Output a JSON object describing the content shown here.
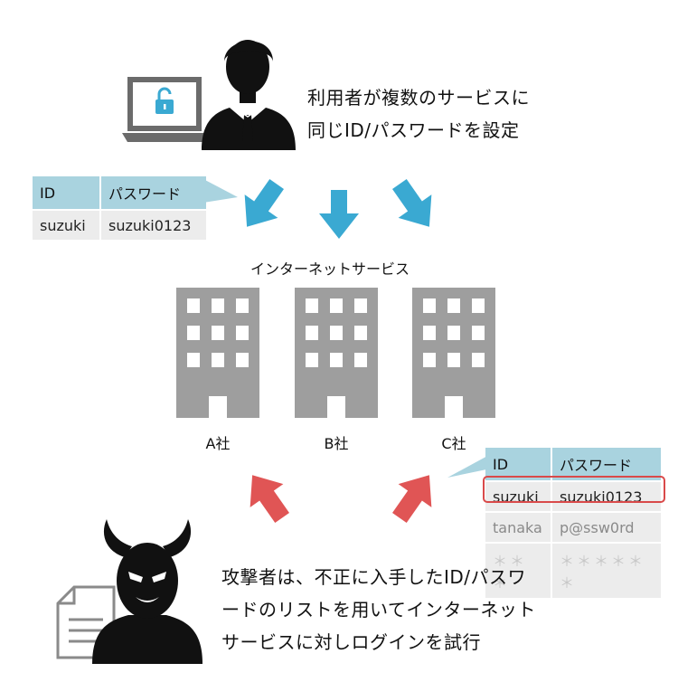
{
  "user_caption": {
    "line1": "利用者が複数のサービスに",
    "line2": "同じID/パスワードを設定"
  },
  "user_table": {
    "headers": [
      "ID",
      "パスワード"
    ],
    "rows": [
      [
        "suzuki",
        "suzuki0123"
      ]
    ]
  },
  "service_title": "インターネットサービス",
  "companies": [
    "A社",
    "B社",
    "C社"
  ],
  "attacker_table": {
    "headers": [
      "ID",
      "パスワード"
    ],
    "rows": [
      [
        "suzuki",
        "suzuki0123"
      ],
      [
        "tanaka",
        "p@ssw0rd"
      ],
      [
        "＊＊＊",
        "＊＊＊＊＊＊"
      ]
    ]
  },
  "attacker_caption": {
    "line1": "攻撃者は、不正に入手したID/パスワ",
    "line2": "ードのリストを用いてインターネット",
    "line3": "サービスに対しログインを試行"
  },
  "colors": {
    "down_arrow": "#3aa9d2",
    "up_arrow": "#e05555",
    "building": "#9e9e9e",
    "table_header": "#a9d3df",
    "table_cell": "#ececec",
    "highlight": "#d94a4a"
  },
  "icons": [
    "user-icon",
    "laptop-lock-icon",
    "building-icon",
    "devil-icon",
    "document-icon"
  ]
}
